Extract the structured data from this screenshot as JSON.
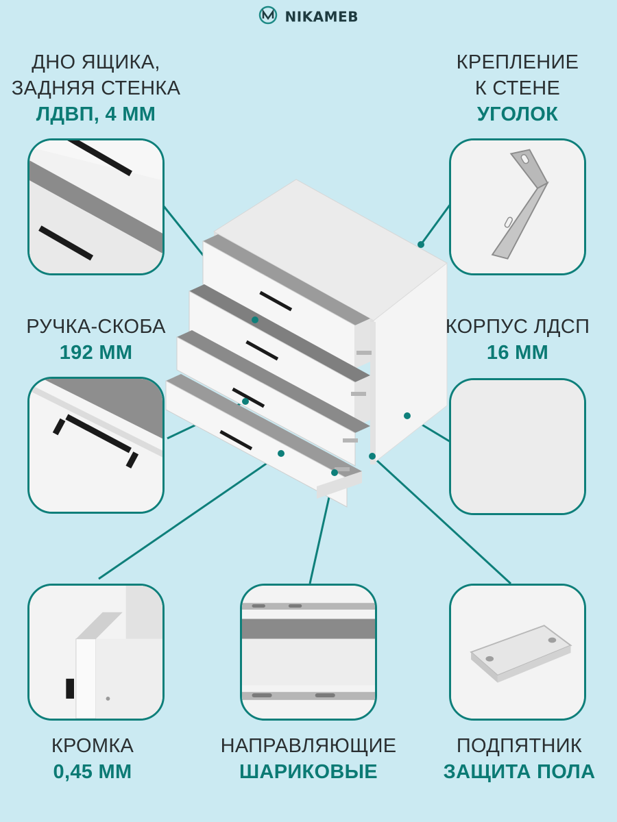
{
  "brand": {
    "name": "NIKAMEB"
  },
  "colors": {
    "accent": "#0b7a74",
    "text": "#2a2f31",
    "background": "#cbeaf2"
  },
  "features": {
    "bottom": {
      "line1": "ДНО ЯЩИКА,",
      "line2": "ЗАДНЯЯ СТЕНКА",
      "value": "ЛДВП, 4 ММ"
    },
    "mount": {
      "line1": "КРЕПЛЕНИЕ",
      "line2": "К СТЕНЕ",
      "value": "УГОЛОК"
    },
    "handle": {
      "line1": "РУЧКА-СКОБА",
      "value": "192 ММ"
    },
    "body": {
      "line1": "КОРПУС ЛДСП",
      "value": "16 ММ"
    },
    "edge": {
      "line1": "КРОМКА",
      "value": "0,45 ММ"
    },
    "rails": {
      "line1": "НАПРАВЛЯЮЩИЕ",
      "value": "ШАРИКОВЫЕ"
    },
    "foot": {
      "line1": "ПОДПЯТНИК",
      "value": "ЗАЩИТА ПОЛА"
    }
  }
}
